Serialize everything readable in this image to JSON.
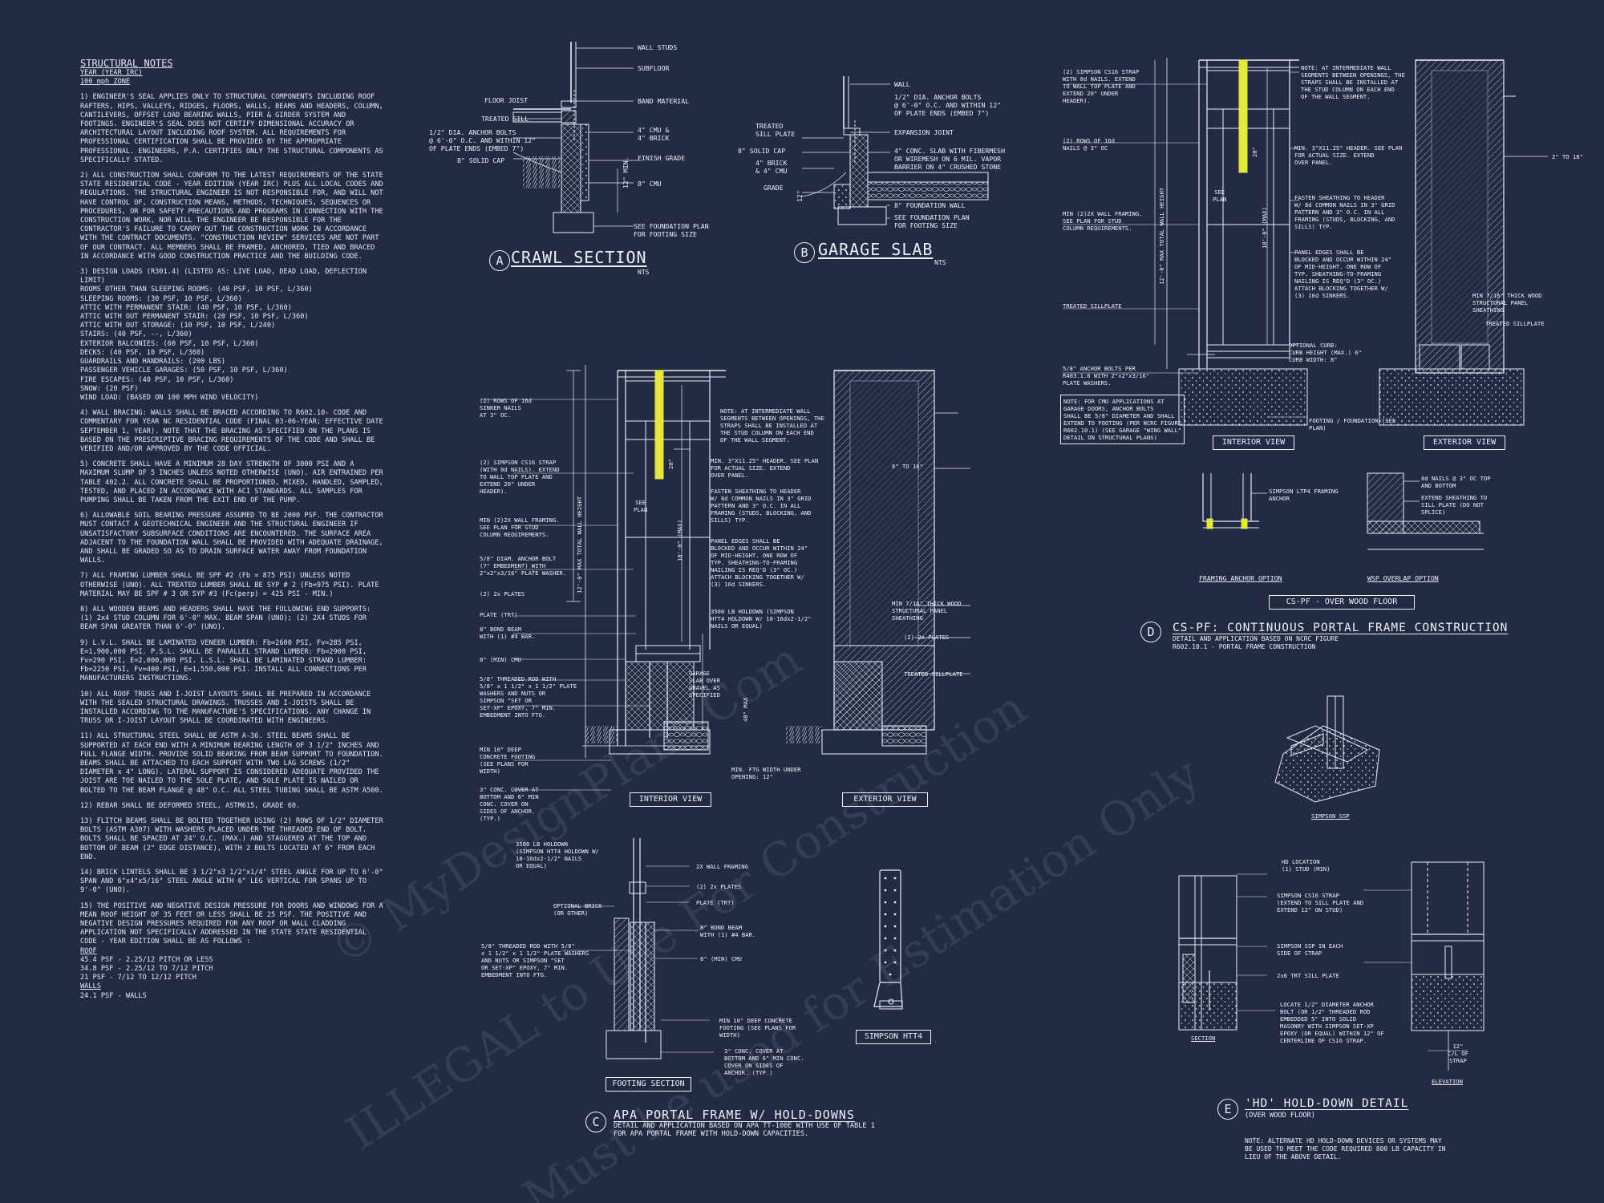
{
  "notes": {
    "title": "STRUCTURAL NOTES",
    "year": "YEAR (YEAR IRC)",
    "wind": "100 mph ZONE",
    "p1": "1) ENGINEER'S SEAL APPLIES ONLY TO STRUCTURAL COMPONENTS INCLUDING ROOF RAFTERS, HIPS, VALLEYS, RIDGES, FLOORS, WALLS, BEAMS AND HEADERS, COLUMN, CANTILEVERS, OFFSET LOAD BEARING WALLS, PIER & GIRDER SYSTEM AND FOOTINGS. ENGINEER'S SEAL DOES NOT CERTIFY DIMENSIONAL ACCURACY OR ARCHITECTURAL LAYOUT INCLUDING ROOF SYSTEM. ALL REQUIREMENTS FOR PROFESSIONAL CERTIFICATION SHALL BE PROVIDED BY THE APPROPRIATE PROFESSIONAL. ENGINEERS, P.A. CERTIFIES ONLY THE STRUCTURAL COMPONENTS AS SPECIFICALLY STATED.",
    "p2": "2) ALL CONSTRUCTION SHALL CONFORM TO THE LATEST REQUIREMENTS OF THE STATE STATE RESIDENTIAL CODE - YEAR EDITION (YEAR IRC) PLUS ALL LOCAL CODES AND REGULATIONS. THE STRUCTURAL ENGINEER IS NOT RESPONSIBLE FOR, AND WILL NOT HAVE CONTROL OF, CONSTRUCTION MEANS, METHODS, TECHNIQUES, SEQUENCES OR PROCEDURES, OR FOR SAFETY PRECAUTIONS AND PROGRAMS IN CONNECTION WITH THE CONSTRUCTION WORK, NOR WILL THE ENGINEER BE RESPONSIBLE FOR THE CONTRACTOR'S FAILURE TO CARRY OUT THE CONSTRUCTION WORK IN ACCORDANCE WITH THE CONTRACT DOCUMENTS. \"CONSTRUCTION REVIEW\" SERVICES ARE NOT PART OF OUR CONTRACT. ALL MEMBERS SHALL BE FRAMED, ANCHORED, TIED AND BRACED IN ACCORDANCE WITH GOOD CONSTRUCTION PRACTICE AND THE BUILDING CODE.",
    "p3_head": "3) DESIGN LOADS (R301.4) (LISTED AS: LIVE LOAD, DEAD LOAD, DEFLECTION LIMIT)",
    "loads": [
      "ROOMS OTHER THAN SLEEPING ROOMS: (40 PSF, 10 PSF, L/360)",
      "SLEEPING ROOMS: (30 PSF, 10 PSF, L/360)",
      "ATTIC WITH PERMANENT STAIR: (40 PSF, 10 PSF, L/360)",
      "ATTIC WITH OUT PERMANENT STAIR: (20 PSF, 10 PSF, L/360)",
      "ATTIC WITH OUT STORAGE: (10 PSF, 10 PSF, L/240)",
      "STAIRS: (40 PSF, --, L/360)",
      "EXTERIOR BALCONIES: (60 PSF, 10 PSF, L/360)",
      "DECKS: (40 PSF, 10 PSF, L/360)",
      "GUARDRAILS AND HANDRAILS: (200 LBS)",
      "PASSENGER VEHICLE GARAGES: (50 PSF, 10 PSF, L/360)",
      "FIRE ESCAPES: (40 PSF, 10 PSF, L/360)",
      "SNOW: (20 PSF)",
      "WIND LOAD: (BASED ON 100 MPH WIND VELOCITY)"
    ],
    "p4": "4) WALL BRACING: WALLS SHALL BE BRACED ACCORDING TO R602.10- CODE AND COMMENTARY FOR YEAR NC RESIDENTIAL CODE (FINAL 03-06-YEAR; EFFECTIVE DATE SEPTEMBER 1, YEAR). NOTE THAT THE BRACING AS SPECIFIED ON THE PLANS IS BASED ON THE PRESCRIPTIVE BRACING REQUIREMENTS OF THE CODE AND SHALL BE VERIFIED AND/OR APPROVED BY THE CODE OFFICIAL.",
    "p5": "5) CONCRETE SHALL HAVE A MINIMUM 28 DAY STRENGTH OF 3000 PSI AND A MAXIMUM SLUMP OF 5 INCHES UNLESS NOTED OTHERWISE (UNO). AIR ENTRAINED PER TABLE 402.2. ALL CONCRETE SHALL BE PROPORTIONED, MIXED, HANDLED, SAMPLED, TESTED, AND PLACED IN ACCORDANCE WITH ACI STANDARDS. ALL SAMPLES FOR PUMPING SHALL BE TAKEN FROM THE EXIT END OF THE PUMP.",
    "p6": "6) ALLOWABLE SOIL BEARING PRESSURE ASSUMED TO BE 2000 PSF. THE CONTRACTOR MUST CONTACT A GEOTECHNICAL ENGINEER AND THE STRUCTURAL ENGINEER IF UNSATISFACTORY SUBSURFACE CONDITIONS ARE ENCOUNTERED. THE SURFACE AREA ADJACENT TO THE FOUNDATION WALL SHALL BE PROVIDED WITH ADEQUATE DRAINAGE, AND SHALL BE GRADED SO AS TO DRAIN SURFACE WATER AWAY FROM FOUNDATION WALLS.",
    "p7": "7) ALL FRAMING LUMBER SHALL BE SPF #2 (Fb = 875 PSI) UNLESS NOTED OTHERWISE (UNO). ALL TREATED LUMBER SHALL BE SYP # 2 (Fb=975 PSI). PLATE MATERIAL MAY BE SPF # 3 OR SYP #3 (Fc(perp) = 425 PSI - MIN.)",
    "p8": "8) ALL WOODEN BEAMS AND HEADERS SHALL HAVE THE FOLLOWING END SUPPORTS: (1) 2x4 STUD COLUMN FOR 6'-0\" MAX. BEAM SPAN (UNO); (2) 2X4 STUDS FOR BEAM SPAN GREATER THAN 6'-0\" (UNO).",
    "p9": "9) L.V.L. SHALL BE LAMINATED VENEER LUMBER: Fb=2600 PSI, Fv=285 PSI, E=1,900,000 PSI. P.S.L. SHALL BE PARALLEL STRAND LUMBER: Fb=2900 PSI, Fv=290 PSI, E=2,000,000 PSI. L.S.L. SHALL BE LAMINATED STRAND LUMBER: Fb=2250 PSI, Fv=400 PSI, E=1,550,000 PSI. INSTALL ALL CONNECTIONS PER MANUFACTURERS INSTRUCTIONS.",
    "p10": "10) ALL ROOF TRUSS AND I-JOIST LAYOUTS SHALL BE PREPARED IN ACCORDANCE WITH THE SEALED STRUCTURAL DRAWINGS. TRUSSES AND I-JOISTS SHALL BE INSTALLED ACCORDING TO THE MANUFACTURE'S SPECIFICATIONS. ANY CHANGE IN TRUSS OR I-JOIST LAYOUT SHALL BE COORDINATED WITH ENGINEERS.",
    "p11": "11) ALL STRUCTURAL STEEL SHALL BE ASTM A-36. STEEL BEAMS SHALL BE SUPPORTED AT EACH END WITH A MINIMUM BEARING LENGTH OF 3 1/2\" INCHES AND FULL FLANGE WIDTH. PROVIDE SOLID BEARING FROM BEAM SUPPORT TO FOUNDATION. BEAMS SHALL BE ATTACHED TO EACH SUPPORT WITH TWO LAG SCREWS (1/2\" DIAMETER x 4\" LONG). LATERAL SUPPORT IS CONSIDERED ADEQUATE PROVIDED THE JOIST ARE TOE NAILED TO THE SOLE PLATE, AND SOLE PLATE IS NAILED OR BOLTED TO THE BEAM FLANGE @ 48\" O.C. ALL STEEL TUBING SHALL BE ASTM A500.",
    "p12": "12) REBAR SHALL BE DEFORMED STEEL, ASTM615, GRADE 60.",
    "p13": "13) FLITCH BEAMS SHALL BE BOLTED TOGETHER USING (2) ROWS OF 1/2\" DIAMETER BOLTS (ASTM A307) WITH WASHERS PLACED UNDER THE THREADED END OF BOLT. BOLTS SHALL BE SPACED AT 24\" O.C. (MAX.) AND STAGGERED AT THE TOP AND BOTTOM OF BEAM (2\" EDGE DISTANCE), WITH 2 BOLTS LOCATED AT 6\" FROM EACH END.",
    "p14": "14) BRICK LINTELS SHALL BE 3 1/2\"x3 1/2\"x1/4\" STEEL ANGLE FOR UP TO 6'-0\" SPAN AND 6\"x4\"x5/16\" STEEL ANGLE WITH 6\" LEG VERTICAL FOR SPANS UP TO 9'-0\" (UNO).",
    "p15": "15) THE POSITIVE AND NEGATIVE DESIGN PRESSURE FOR DOORS AND WINDOWS FOR A MEAN ROOF HEIGHT OF 35 FEET OR LESS SHALL BE 25 PSF. THE POSITIVE AND NEGATIVE DESIGN PRESSURES REQUIRED FOR ANY ROOF OR WALL CLADDING APPLICATION NOT SPECIFICALLY ADDRESSED IN THE STATE STATE RESIDENTIAL CODE - YEAR EDITION SHALL BE AS FOLLOWS :",
    "roof_head": "ROOF",
    "roof": [
      "45.4 PSF - 2.25/12 PITCH OR LESS",
      "34.8 PSF - 2.25/12 TO 7/12 PITCH",
      "21 PSF - 7/12 TO 12/12 PITCH"
    ],
    "walls_head": "WALLS",
    "walls": [
      "24.1 PSF - WALLS"
    ]
  },
  "crawl": {
    "title": "CRAWL SECTION",
    "letter": "A",
    "nts": "NTS",
    "wall_studs": "WALL STUDS",
    "subfloor": "SUBFLOOR",
    "floor_joist": "FLOOR JOIST",
    "band": "BAND MATERIAL",
    "treated_sill": "TREATED SILL",
    "anchor": "1/2\" DIA. ANCHOR BOLTS\n@ 6'-0\" O.C. AND WITHIN 12\"\nOF PLATE ENDS (EMBED 7\")",
    "cmu_brick": "4\" CMU &\n4\" BRICK",
    "solid_cap": "8\" SOLID CAP",
    "finish_grade": "FINISH GRADE",
    "cmu": "8\" CMU",
    "min12": "12\" MIN.",
    "fdn": "SEE FOUNDATION PLAN\nFOR FOOTING SIZE"
  },
  "garage": {
    "title": "GARAGE SLAB",
    "letter": "B",
    "nts": "NTS",
    "wall": "WALL",
    "anchor": "1/2\" DIA. ANCHOR BOLTS\n@ 6'-0\" O.C. AND WITHIN 12\"\nOF PLATE ENDS (EMBED 7\")",
    "treated": "TREATED\nSILL PLATE",
    "exp": "EXPANSION JOINT",
    "solid_cap": "8\" SOLID CAP",
    "slab": "4\" CONC. SLAB WITH FIBERMESH\nOR WIREMESH ON 6 MIL. VAPOR\nBARRIER ON 4\" CRUSHED STONE",
    "brick": "4\" BRICK\n& 4\" CMU",
    "grade": "GRADE",
    "fdn_wall": "8\" FOUNDATION WALL",
    "fdn": "SEE FOUNDATION PLAN\nFOR FOOTING SIZE",
    "min12": "12\""
  },
  "detail_c": {
    "sinker": "(2) ROWS OF 16d\nSINKER NAILS\nAT 3\" OC.",
    "strap": "(2) SIMPSON CS16 STRAP\n(WITH 8d NAILS). EXTEND\nTO WALL TOP PLATE AND\nEXTEND 20\" UNDER\nHEADER).",
    "min2x": "MIN (2)2X WALL FRAMING.\nSEE PLAN FOR STUD\nCOLUMN REQUIREMENTS.",
    "bolt": "5/8\" DIAM. ANCHOR BOLT\n(7\" EMBEDMENT) WITH\n2\"x2\"x3/16\" PLATE WASHER.",
    "plates": "(2) 2x PLATES",
    "plate_trt": "PLATE (TRT)",
    "bond": "8\" BOND BEAM\nWITH (1) #4 BAR.",
    "cmu": "8\" (MIN) CMU",
    "rod": "5/8\" THREADED ROD WITH\n5/8\" x 1 1/2\" x 1 1/2\" PLATE\nWASHERS AND NUTS OR\nSIMPSON \"SET OR\nSET-XP\" EPOXY, 7\" MIN.\nEMBEDMENT INTO FTG.",
    "ftg": "MIN 10\" DEEP\nCONCRETE FOOTING\n(SEE PLANS FOR\nWIDTH)",
    "cover": "3\" CONC. COVER AT\nBOTTOM AND 6\" MIN\nCONC. COVER ON\nSIDES OF ANCHOR.\n(TYP.)",
    "note": "NOTE: AT INTERMEDIATE WALL\nSEGMENTS BETWEEN OPENINGS, THE\nSTRAPS SHALL BE INSTALLED AT\nTHE STUD COLUMN ON EACH END\nOF THE WALL SEGMENT.",
    "header": "MIN. 3\"X11.25\" HEADER. SEE PLAN\nFOR ACTUAL SIZE. EXTEND\nOVER PANEL.",
    "fasten": "FASTEN SHEATHING TO HEADER\nW/ 8d COMMON NAILS IN 3\" GRID\nPATTERN AND 3\" O.C. IN ALL\nFRAMING (STUDS, BLOCKING, AND\nSILLS) TYP.",
    "panel": "PANEL EDGES SHALL BE\nBLOCKED AND OCCUR WITHIN 24\"\nOF MID-HEIGHT. ONE ROW OF\nTYP. SHEATHING-TO-FRAMING\nNAILING IS REQ'D (3\" OC.)\nATTACH BLOCKING TOGETHER W/\n(3) 16d SINKERS.",
    "holdown": "3500 LB HOLDOWN (SIMPSON\nHTT4 HOLDOWN W/ 18-16dx2-1/2\"\nNAILS OR EQUAL)",
    "garage": "GARAGE\nSLAB OVER\nGRAVEL AS\nSPECIFIED",
    "max48": "48\" MAX",
    "minftg": "MIN. FTG WIDTH UNDER\nOPENING: 12\"",
    "see_plan": "SEE\nPLAN",
    "max_h": "12'-0\" MAX TOTAL WALL HEIGHT",
    "max10": "10'-0\" (MAX)",
    "d20": "20\"",
    "sixto18": "6\" TO 18\"",
    "sheathing": "MIN 7/16\" THICK WOOD\nSTRUCTURAL PANEL\nSHEATHING",
    "plates2": "(2) 2x PLATES",
    "treated_sill": "TREATED SILLPLATE",
    "interior": "INTERIOR VIEW",
    "exterior": "EXTERIOR VIEW",
    "fs_holdown": "3500 LB HOLDOWN\n(SIMPSON HTT4 HOLDOWN W/\n18-16dx2-1/2\" NAILS\nOR EQUAL)",
    "fs_2x": "2X WALL FRAMING",
    "fs_plates": "(2) 2x PLATES",
    "fs_plate": "PLATE (TRT)",
    "fs_brick": "OPTIONAL BRICK\n(OR OTHER)",
    "fs_bond": "8\" BOND BEAM\nWITH (1) #4 BAR.",
    "fs_cmu": "8\" (MIN) CMU",
    "fs_rod": "5/8\" THREADED ROD WITH 5/8\"\nx 1 1/2\" x 1 1/2\" PLATE WASHERS\nAND NUTS OR SIMPSON \"SET\nOR SET-XP\" EPOXY, 7\" MIN.\nEMBEDMENT INTO FTG.",
    "fs_ftg": "MIN 10\" DEEP CONCRETE\nFOOTING (SEE PLANS FOR\nWIDTH)",
    "fs_cover": "3\" CONC. COVER AT\nBOTTOM AND 6\" MIN CONC.\nCOVER ON SIDES OF\nANCHOR. (TYP.)",
    "footing_section": "FOOTING SECTION",
    "htt4": "SIMPSON HTT4",
    "letter": "C",
    "title": "APA PORTAL FRAME W/ HOLD-DOWNS",
    "sub": "DETAIL AND APPLICATION BASED ON APA TT-100E WITH USE OF TABLE 1\nFOR APA PORTAL FRAME WITH HOLD-DOWN CAPACITIES."
  },
  "detail_d": {
    "strap": "(2) SIMPSON CS16 STRAP\nWITH 8d NAILS. EXTEND\nTO WALL TOP PLATE AND\nEXTEND 20\" UNDER\nHEADER).",
    "rows": "(2) ROWS OF 16d\nNAILS @ 3\" OC",
    "min2x": "MIN (2)2X WALL FRAMING.\nSEE PLAN FOR STUD\nCOLUMN REQUIREMENTS.",
    "treated": "TREATED SILLPLATE",
    "anchor": "5/8\" ANCHOR BOLTS PER\nR403.1.6 WITH 2\"x2\"x3/16\"\nPLATE WASHERS.",
    "cmu_note": "NOTE: FOR CMU APPLICATIONS AT\nGARAGE DOORS, ANCHOR BOLTS\nSHALL BE 5/8\" DIAMETER AND SHALL\nEXTEND TO FOOTING (PER NCRC FIGURE\nR602.10.1) (SEE GARAGE \"WING WALL\"\nDETAIL ON STRUCTURAL PLANS)",
    "note": "NOTE: AT INTERMEDIATE WALL\nSEGMENTS BETWEEN OPENINGS, THE\nSTRAPS SHALL BE INSTALLED AT\nTHE STUD COLUMN ON EACH END\nOF THE WALL SEGMENT.",
    "header": "MIN. 3\"X11.25\" HEADER. SEE PLAN\nFOR ACTUAL SIZE. EXTEND\nOVER PANEL.",
    "fasten": "FASTEN SHEATHING TO HEADER\nW/ 8d COMMON NAILS IN 3\" GRID\nPATTERN AND 3\" O.C. IN ALL\nFRAMING (STUDS, BLOCKING, AND\nSILLS) TYP.",
    "panel": "PANEL EDGES SHALL BE\nBLOCKED AND OCCUR WITHIN 24\"\nOF MID-HEIGHT. ONE ROW OF\nTYP. SHEATHING-TO-FRAMING\nNAILING IS REQ'D (3\" OC.)\nATTACH BLOCKING TOGETHER W/\n(3) 16d SINKERS.",
    "curb": "OPTIONAL CURB:\nCURB HEIGHT (MAX.) 6\"\nCURB WIDTH: 8\"",
    "footing": "FOOTING / FOUNDATION (SEE\nPLAN)",
    "sheathing": "MIN 7/16\" THICK WOOD\nSTRUCTURAL PANEL\nSHEATHING",
    "treated2": "TREATED SILLPLATE",
    "two18": "2\" TO 18\"",
    "see_plan": "SEE\nPLAN",
    "max_h": "12'-0\" MAX TOTAL WALL HEIGHT",
    "max10": "10'-0\" (MAX)",
    "d20": "20\"",
    "interior": "INTERIOR VIEW",
    "exterior": "EXTERIOR VIEW",
    "ltp4": "SIMPSON LTP4 FRAMING\nANCHOR",
    "nails8d": "8d NAILS @ 3\" OC TOP\nAND BOTTOM",
    "extend": "EXTEND SHEATHING TO\nSILL PLATE (DO NOT\nSPLICE)",
    "framing_opt": "FRAMING ANCHOR OPTION",
    "wsp_opt": "WSP OVERLAP OPTION",
    "cs_box": "CS-PF - OVER WOOD FLOOR",
    "letter": "D",
    "title": "CS-PF: CONTINUOUS PORTAL FRAME CONSTRUCTION",
    "sub": "DETAIL AND APPLICATION BASED ON NCRC FIGURE\nR602.10.1 - PORTAL FRAME CONSTRUCTION",
    "ssp": "SIMPSON SSP"
  },
  "detail_e": {
    "hd_loc": "HD LOCATION\n(1) STUD (MIN)",
    "strap": "SIMPSON CS16 STRAP\n(EXTEND TO SILL PLATE AND\nEXTEND 12\" ON STUD)",
    "ssp": "SIMPSON SSP IN EACH\nSIDE OF STRAP",
    "sill": "2x6 TRT SILL PLATE",
    "locate": "LOCATE 1/2\" DIAMETER ANCHOR\nBOLT (OR 1/2\" THREADED ROD\nEMBEDDED 5\" INTO SOLID\nMASONRY WITH SIMPSON SET-XP\nEPOXY (OR EQUAL) WITHIN 12\" OF\nCENTERLINE OF CS16 STRAP.",
    "section": "SECTION",
    "elevation": "ELEVATION",
    "dim": "12\"\nC/L OF\nSTRAP",
    "letter": "E",
    "title": "'HD' HOLD-DOWN DETAIL",
    "sub": "(OVER WOOD FLOOR)",
    "note": "NOTE: ALTERNATE HD HOLD-DOWN DEVICES OR SYSTEMS MAY\nBE USED TO MEET THE CODE REQUIRED 800 LB CAPACITY IN\nLIEU OF THE ABOVE DETAIL."
  },
  "watermark": [
    "© MyDesignPlans.Com",
    "ILLEGAL to Use For Construction",
    "Must be used for Estimation Only"
  ],
  "colors": {
    "background": "#232a44",
    "line": "#e9ecf6",
    "highlight": "#e4e83a"
  }
}
